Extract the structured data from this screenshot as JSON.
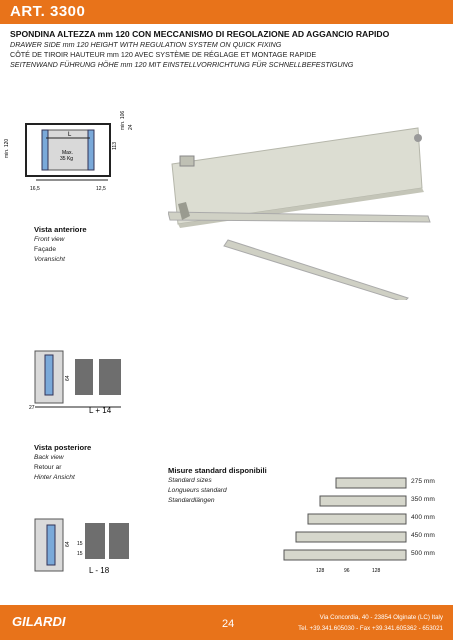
{
  "header": {
    "title": "ART. 3300"
  },
  "titles": {
    "it": "SPONDINA ALTEZZA mm 120 CON MECCANISMO DI REGOLAZIONE AD AGGANCIO RAPIDO",
    "en": "DRAWER SIDE mm 120 HEIGHT WITH REGULATION SYSTEM ON QUICK FIXING",
    "fr": "CÔTÉ DE TIROIR HAUTEUR mm 120 AVEC SYSTÈME DE RÉGLAGE ET MONTAGE RAPIDE",
    "de": "SEITENWAND FÜHRUNG HÖHE mm 120 MIT EINSTELLVORRICHTUNG FÜR SCHNELLBEFESTIGUNG"
  },
  "top_drawing": {
    "dim_left": "min. 120",
    "dim_L": "L",
    "dim_max": "Max.",
    "dim_kg": "35 Kg",
    "dim_113": "113",
    "dim_min106": "min. 106",
    "dim_16_5": "16,5",
    "dim_12_5": "12,5",
    "dim_24": "24"
  },
  "front_view": {
    "it": "Vista anteriore",
    "en": "Front view",
    "fr": "Façade",
    "de": "Voransicht"
  },
  "front_drawing": {
    "dim_side": "27",
    "dim_64": "64",
    "formula": "L + 14"
  },
  "back_view": {
    "it": "Vista posteriore",
    "en": "Back view",
    "fr": "Retour ar",
    "de": "Hinter Ansicht"
  },
  "back_drawing": {
    "dim_a": "64",
    "dim_b": "15",
    "dim_c": "15",
    "formula": "L - 18"
  },
  "sizes": {
    "it": "Misure standard disponibili",
    "en": "Standard sizes",
    "fr": "Longueurs standard",
    "de": "Standardlängen",
    "values": [
      "275 mm",
      "350 mm",
      "400 mm",
      "450 mm",
      "500 mm"
    ],
    "bottom_dims": [
      "128",
      "96",
      "128"
    ]
  },
  "footer": {
    "page": "24",
    "address": "Via Concordia, 40 - 23854 Olginate (LC) Italy",
    "contacts": "Tel. +39.341.605030 - Fax +39.341.605362 - 653021",
    "logo": "GILARDI"
  },
  "colors": {
    "accent": "#e8731a",
    "steel": "#d6d7cc",
    "wood": "#6e6e6e"
  }
}
